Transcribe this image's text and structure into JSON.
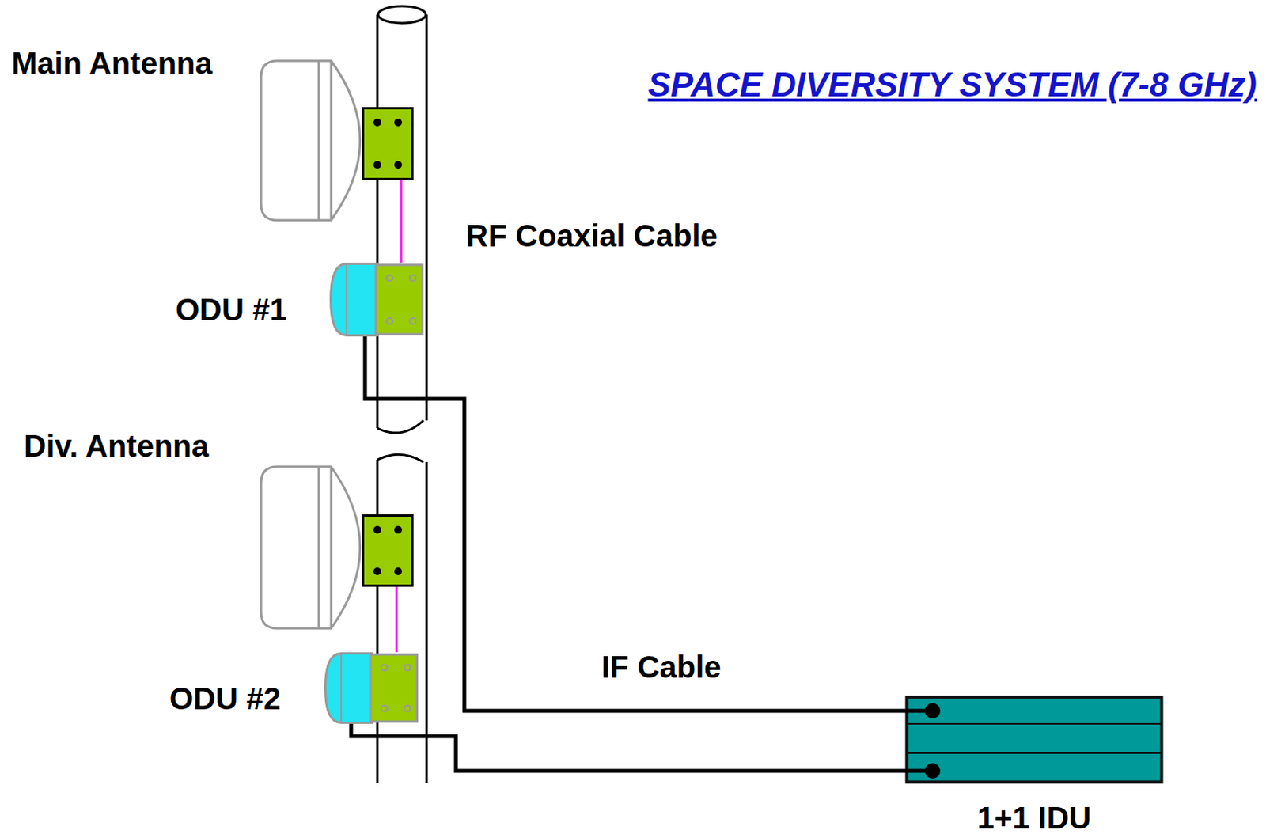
{
  "diagram": {
    "title": "SPACE DIVERSITY SYSTEM (7-8 GHz)",
    "nodes": [
      {
        "text": [
          "Main Antenna"
        ]
      },
      {
        "text": [
          "ODU #1"
        ]
      },
      {
        "text": [
          "Div. Antenna"
        ]
      },
      {
        "text": [
          "ODU #2"
        ]
      },
      {
        "text": [
          "1+1 IDU"
        ]
      }
    ],
    "edges": [
      {
        "from": 0,
        "to": 1,
        "arrow": "none"
      },
      {
        "from": 2,
        "to": 3,
        "arrow": "none"
      },
      {
        "from": 1,
        "to": 4,
        "arrow": "none"
      },
      {
        "from": 3,
        "to": 4,
        "arrow": "none"
      }
    ],
    "labels": [
      "RF Coaxial Cable",
      "IF Cable"
    ]
  }
}
